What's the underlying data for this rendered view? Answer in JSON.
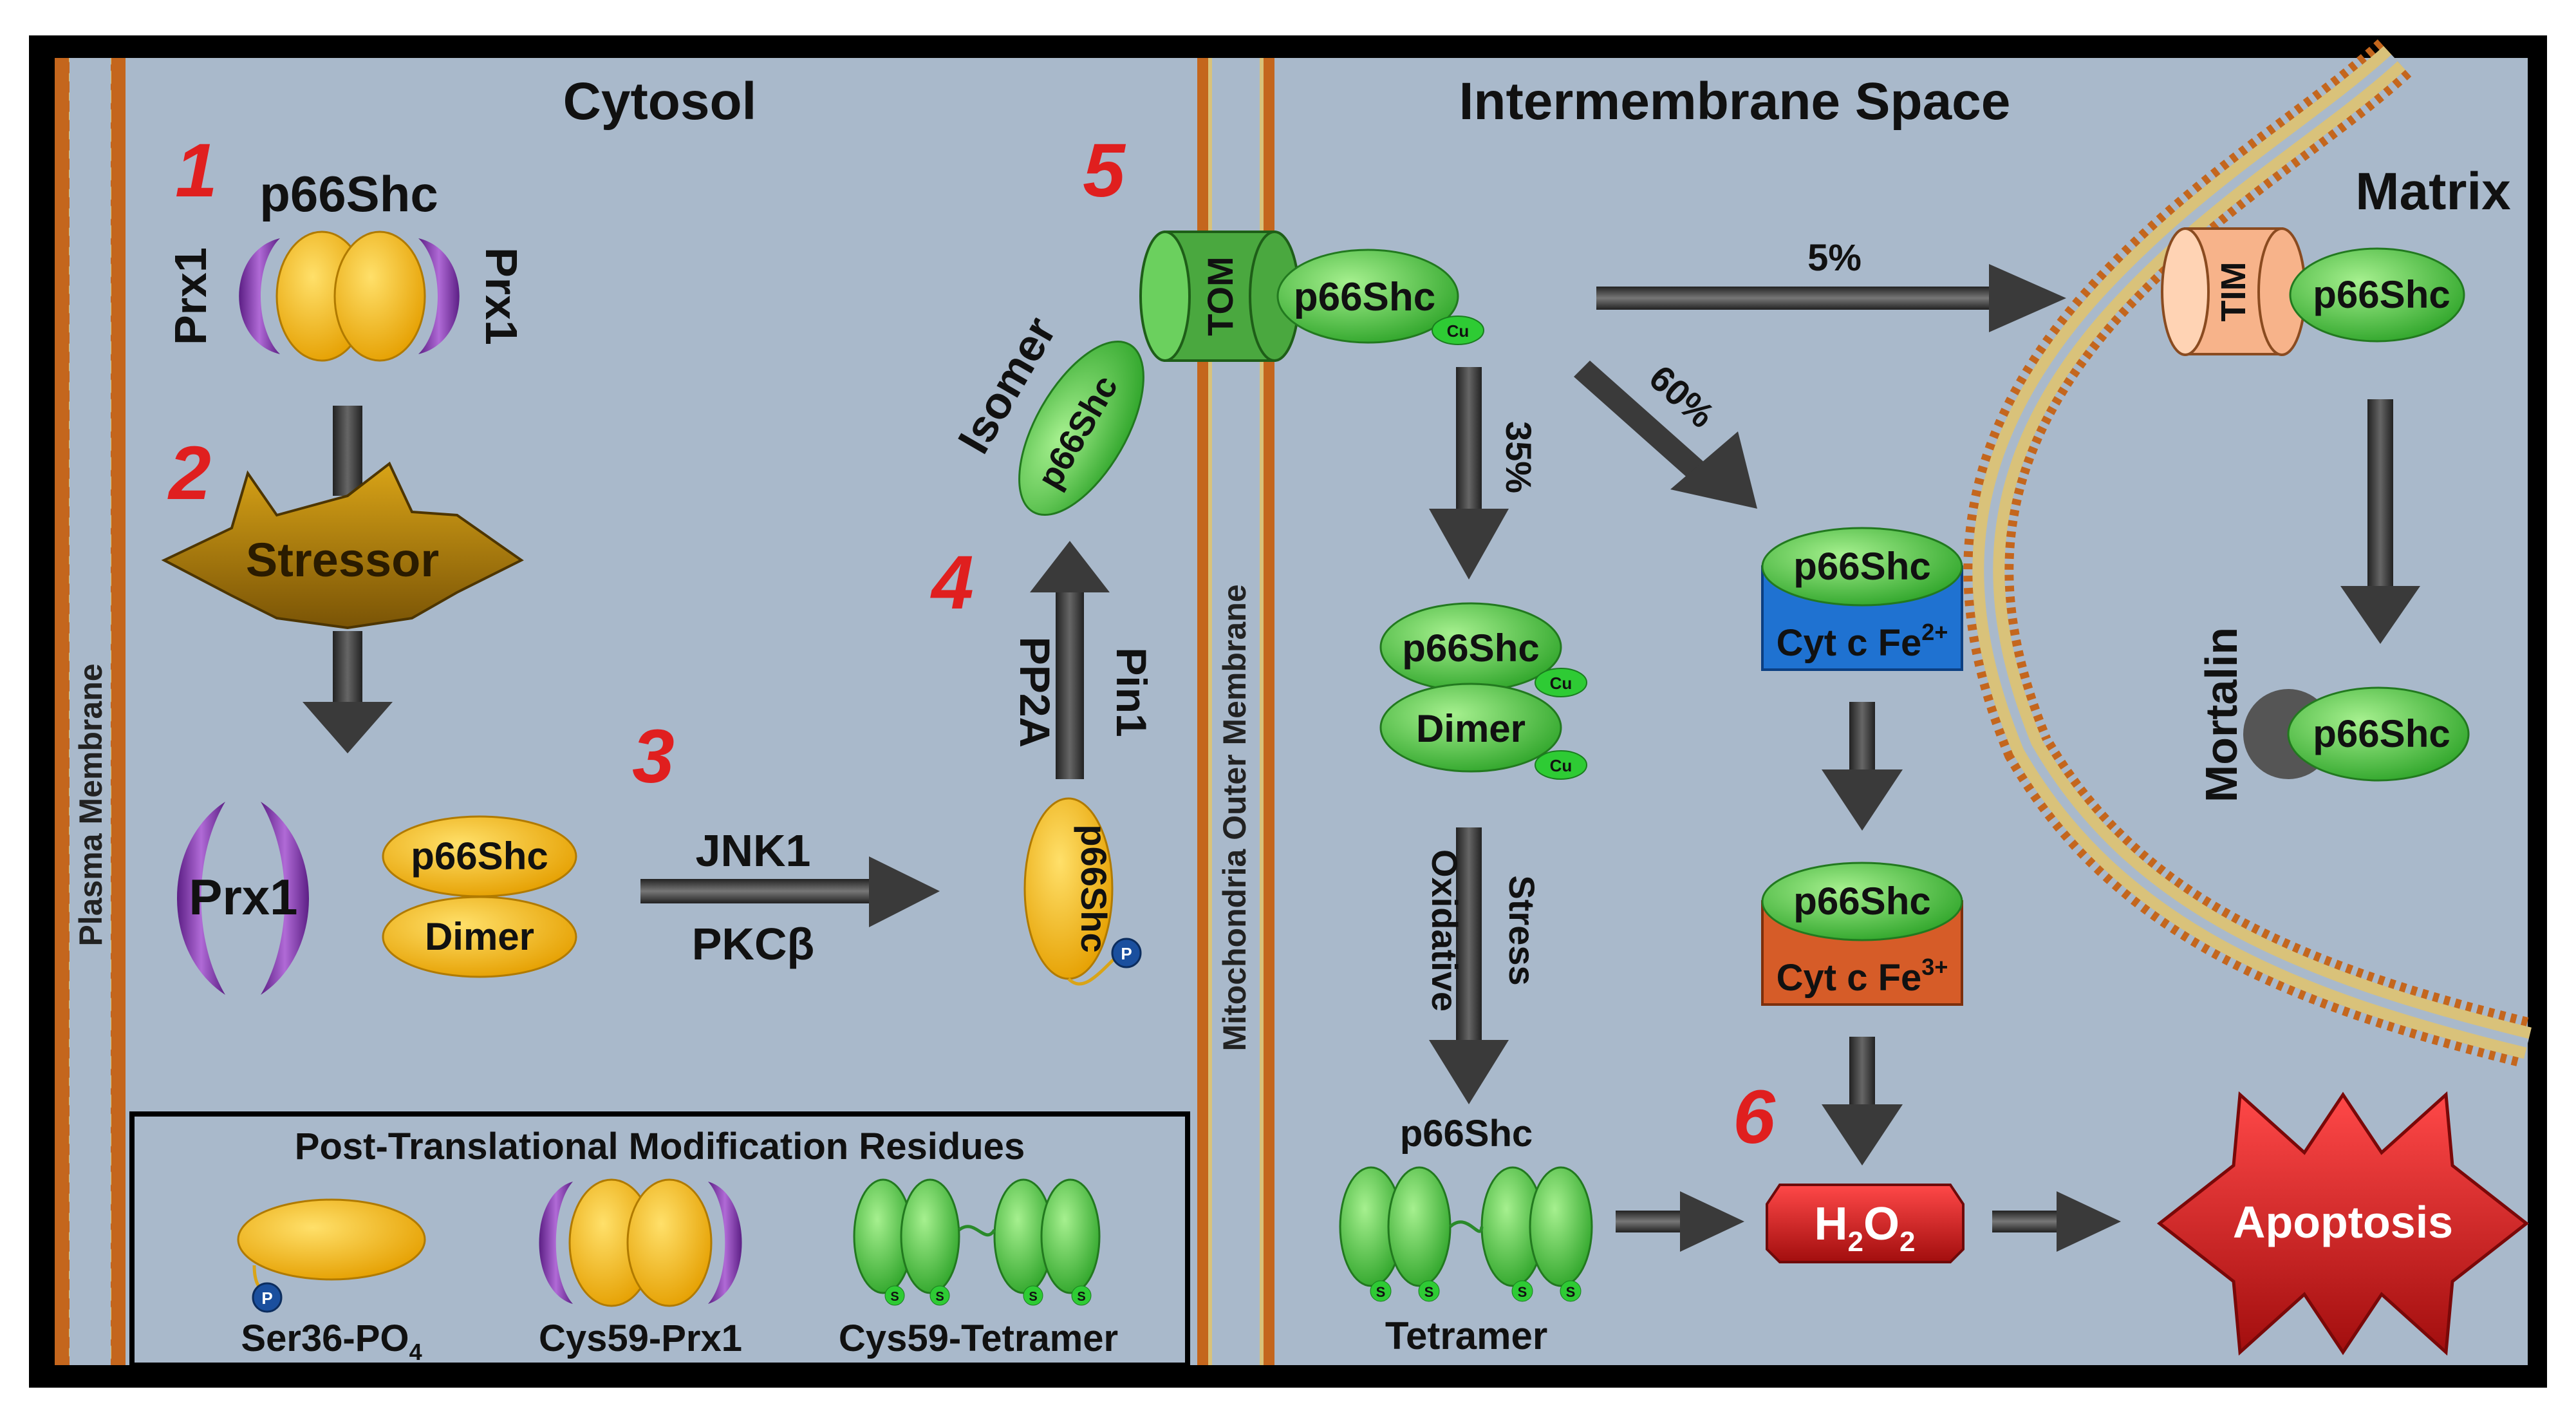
{
  "regions": {
    "cytosol": "Cytosol",
    "intermembrane": "Intermembrane Space",
    "matrix": "Matrix",
    "plasma_membrane": "Plasma Membrane",
    "outer_membrane": "Mitochondria Outer Membrane"
  },
  "steps": {
    "s1": "1",
    "s2": "2",
    "s3": "3",
    "s4": "4",
    "s5": "5",
    "s6": "6"
  },
  "labels": {
    "p66shc": "p66Shc",
    "prx1": "Prx1",
    "stressor": "Stressor",
    "dimer": "Dimer",
    "jnk1": "JNK1",
    "pkcb": "PKCβ",
    "pp2a": "PP2A",
    "pin1": "Pin1",
    "isomer": "Isomer",
    "tom": "TOM",
    "tim": "TIM",
    "cu": "Cu",
    "phos": "P",
    "pct_5": "5%",
    "pct_35": "35%",
    "pct_60": "60%",
    "oxidative": "Oxidative",
    "stress": "Stress",
    "tetramer": "Tetramer",
    "cytc2_base": "Cyt c Fe",
    "cytc2_sup": "2+",
    "cytc3_base": "Cyt c Fe",
    "cytc3_sup": "3+",
    "h2o2_h": "H",
    "h2o2_2a": "2",
    "h2o2_o": "O",
    "h2o2_2b": "2",
    "mortalin": "Mortalin",
    "apoptosis": "Apoptosis",
    "s_bond": "S"
  },
  "legend": {
    "title": "Post-Translational Modification Residues",
    "ser36_base": "Ser36-PO",
    "ser36_sub": "4",
    "cys59_prx1": "Cys59-Prx1",
    "cys59_tetramer": "Cys59-Tetramer"
  },
  "colors": {
    "background": "#a9b9cb",
    "frame": "#000000",
    "yellow": "#f2b20d",
    "green": "#5fce52",
    "purple": "#8a3fb0",
    "step_red": "#e01f1f",
    "arrow": "#333333",
    "cytc_blue": "#1f72d1",
    "cytc_orange": "#d65c28",
    "h2o2_red": "#d41f1f",
    "tim_peach": "#f7b38a",
    "stressor_gold": "#a9780d"
  }
}
